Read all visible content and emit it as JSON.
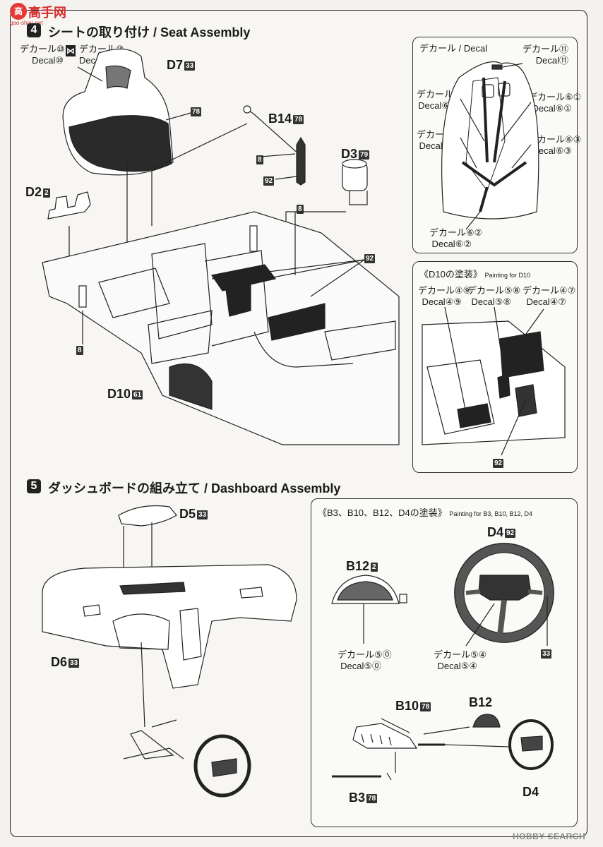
{
  "logo": {
    "name": "高手网",
    "sub": "gao-shou.net"
  },
  "step4": {
    "number": "4",
    "title": "シートの取り付け / Seat Assembly",
    "parts": {
      "d7": "D7",
      "d7_code": "33",
      "b14": "B14",
      "b14_code": "78",
      "d3": "D3",
      "d3_code": "79",
      "d2": "D2",
      "d2_code": "2",
      "d10": "D10",
      "d10_code": "61"
    },
    "codes": {
      "seat": "78",
      "rod": "92",
      "box": "92",
      "eight": "8"
    },
    "decal_seat": [
      {
        "jp": "デカール⑩",
        "en": "Decal⑩"
      },
      {
        "jp": "デカール⑩",
        "en": "Decal⑩"
      }
    ]
  },
  "decal_box": {
    "title": "デカール / Decal",
    "items": [
      {
        "jp": "デカール⑪",
        "en": "Decal⑪"
      },
      {
        "jp": "デカール⑥⓪",
        "en": "Decal⑥⓪"
      },
      {
        "jp": "デカール⑥①",
        "en": "Decal⑥①"
      },
      {
        "jp": "デカール⑥④",
        "en": "Decal⑥④"
      },
      {
        "jp": "デカール⑥③",
        "en": "Decal⑥③"
      },
      {
        "jp": "デカール⑥②",
        "en": "Decal⑥②"
      }
    ]
  },
  "d10_box": {
    "title": "《D10の塗装》",
    "subtitle": "Painting for D10",
    "items": [
      {
        "jp": "デカール④⑨",
        "en": "Decal④⑨"
      },
      {
        "jp": "デカール⑤⑧",
        "en": "Decal⑤⑧"
      },
      {
        "jp": "デカール④⑦",
        "en": "Decal④⑦"
      }
    ],
    "code": "92"
  },
  "step5": {
    "number": "5",
    "title": "ダッシュボードの組み立て / Dashboard Assembly",
    "parts": {
      "d5": "D5",
      "d5_code": "33",
      "d6": "D6",
      "d6_code": "33"
    }
  },
  "b3_box": {
    "title": "《B3、B10、B12、D4の塗装》",
    "subtitle": "Painting for B3, B10, B12, D4",
    "b12": "B12",
    "b12_code": "2",
    "d4": "D4",
    "d4_code": "92",
    "decal_b12": {
      "jp": "デカール⑤⓪",
      "en": "Decal⑤⓪"
    },
    "decal_d4": {
      "jp": "デカール⑤④",
      "en": "Decal⑤④"
    },
    "wheel_code": "33",
    "b10": "B10",
    "b10_code": "78",
    "b12b": "B12",
    "b3": "B3",
    "b3_code": "78",
    "d4b": "D4"
  },
  "watermark": "HOBBY SEARCH"
}
